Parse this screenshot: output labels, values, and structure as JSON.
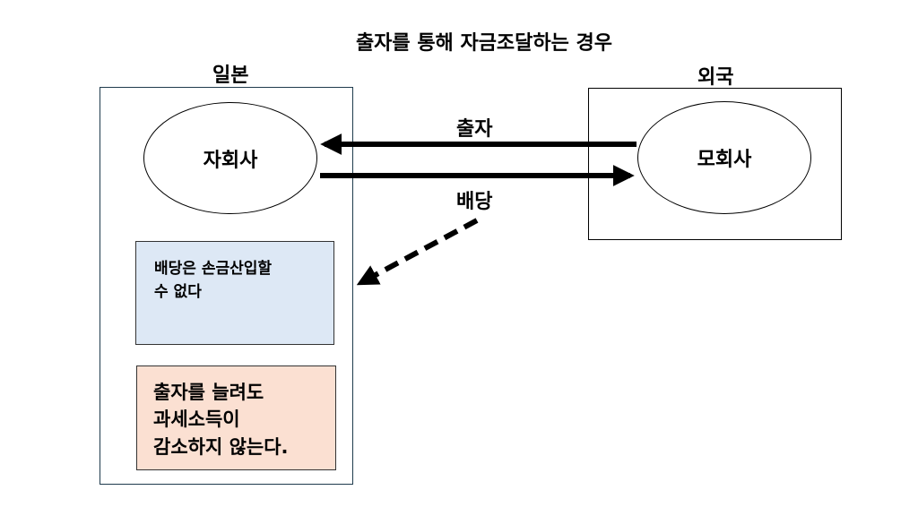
{
  "title": "출자를 통해 자금조달하는 경우",
  "regions": {
    "japan": {
      "label": "일본"
    },
    "foreign": {
      "label": "외국"
    }
  },
  "entities": {
    "subsidiary": "자회사",
    "parent": "모회사"
  },
  "flows": {
    "investment": "출자",
    "dividend": "배당"
  },
  "notes": {
    "blue": [
      "배당은 손금산입할",
      "수 없다"
    ],
    "peach": [
      "출자를 늘려도",
      "과세소득이",
      "감소하지 않는다."
    ]
  },
  "colors": {
    "blue_note": "#dde8f5",
    "peach_note": "#fbe0d2",
    "box_border": "#1f3b4d"
  }
}
